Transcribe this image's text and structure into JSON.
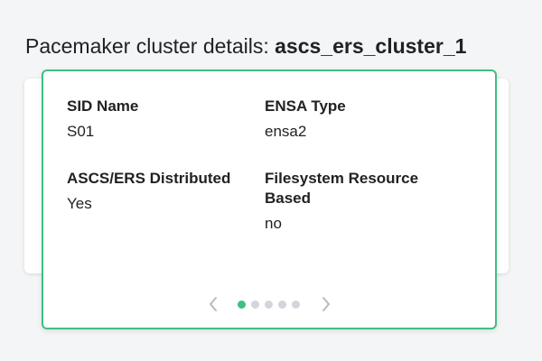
{
  "header": {
    "title_prefix": "Pacemaker cluster details: ",
    "cluster_name": "ascs_ers_cluster_1"
  },
  "details": {
    "sid_name_label": "SID Name",
    "sid_name_value": "S01",
    "ensa_type_label": "ENSA Type",
    "ensa_type_value": "ensa2",
    "ascs_ers_distributed_label": "ASCS/ERS Distributed",
    "ascs_ers_distributed_value": "Yes",
    "filesystem_resource_based_label": "Filesystem Resource Based",
    "filesystem_resource_based_value": "no"
  },
  "pager": {
    "total_pages": 5,
    "active_page": 1,
    "prev_icon": "chevron-left-icon",
    "next_icon": "chevron-right-icon"
  },
  "colors": {
    "accent": "#3fbf82",
    "inactive_dot": "#d3d5dc",
    "chevron": "#b8bac4"
  }
}
